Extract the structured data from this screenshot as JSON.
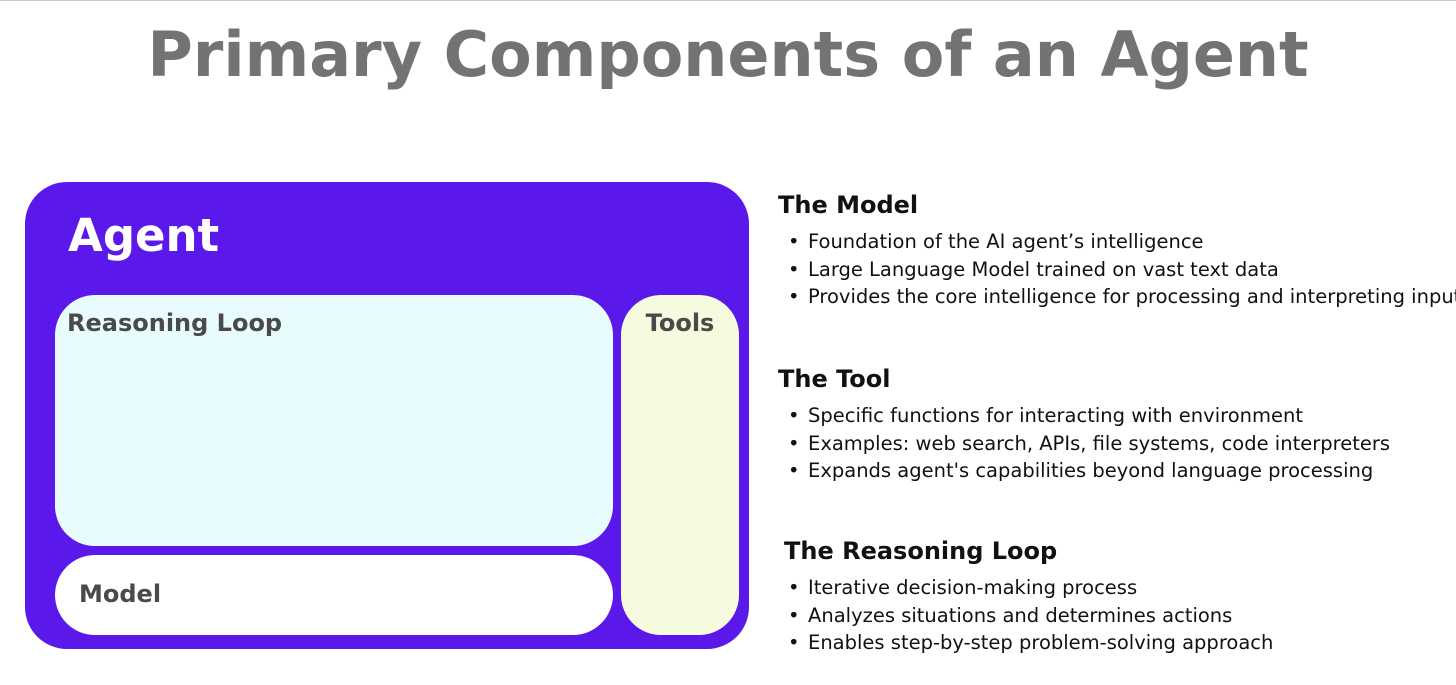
{
  "title": "Primary Components of an Agent",
  "diagram": {
    "agent_label": "Agent",
    "reasoning_loop_label": "Reasoning Loop",
    "model_label": "Model",
    "tools_label": "Tools",
    "colors": {
      "agent": "#5b18eb",
      "reasoning_loop": "#e8fcfd",
      "model": "#ffffff",
      "tools": "#f6fbdf"
    }
  },
  "sections": [
    {
      "heading": "The Model",
      "bullets": [
        "Foundation of the AI agent’s intelligence",
        "Large Language Model trained on vast text data",
        "Provides the core intelligence for processing and interpreting input"
      ]
    },
    {
      "heading": "The Tool",
      "bullets": [
        "Specific functions for interacting with environment",
        "Examples: web search, APIs, file systems, code interpreters",
        "Expands agent's capabilities beyond language processing"
      ]
    },
    {
      "heading": "The Reasoning Loop",
      "bullets": [
        "Iterative decision-making process",
        "Analyzes situations and determines actions",
        "Enables step-by-step problem-solving approach"
      ]
    }
  ]
}
